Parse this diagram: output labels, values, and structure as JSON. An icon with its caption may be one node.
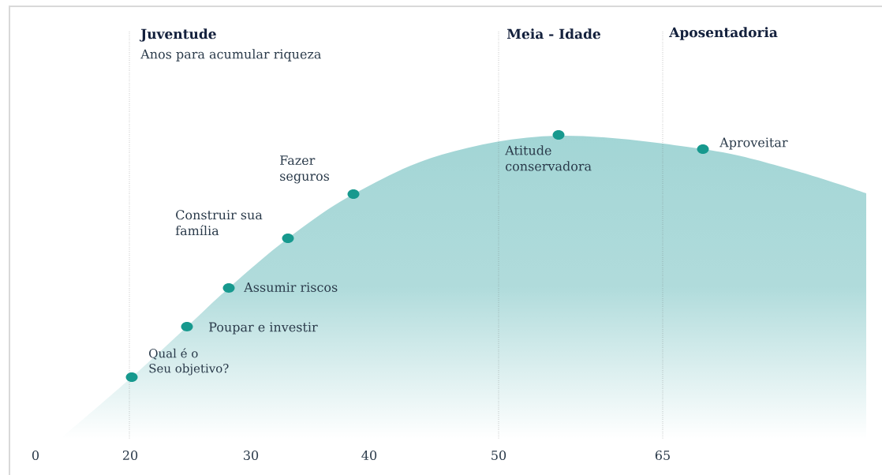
{
  "diagram": {
    "labels": [
      "Juventude",
      "Anos para acumular riqueza",
      "Meia - Idade",
      "Aposentadoria",
      "Fazer seguros",
      "Atitude conservadora",
      "Aproveitar",
      "Construir sua família",
      "Assumir riscos",
      "Poupar e investir",
      "Qual é o Seu objetivo?",
      "0",
      "20",
      "30",
      "40",
      "50",
      "65"
    ]
  }
}
